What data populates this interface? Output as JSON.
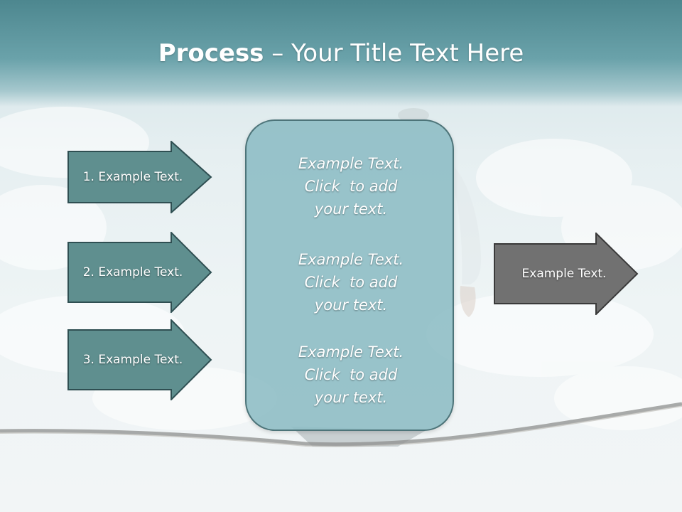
{
  "title": {
    "bold": "Process",
    "rest": " – Your Title Text Here"
  },
  "left_steps": [
    {
      "label": "1. Example Text."
    },
    {
      "label": "2. Example Text."
    },
    {
      "label": "3. Example Text."
    }
  ],
  "center_box": {
    "paragraphs": [
      {
        "lines": [
          "Example Text.",
          "Click  to add",
          "your text."
        ]
      },
      {
        "lines": [
          "Example Text.",
          "Click  to add",
          "your text."
        ]
      },
      {
        "lines": [
          "Example Text.",
          "Click  to add",
          "your text."
        ]
      }
    ]
  },
  "right_arrow": {
    "label": "Example Text."
  },
  "colors": {
    "title_band": "#5f99a1",
    "left_arrow_fill": "#5f8f8f",
    "right_arrow_fill": "#717171",
    "center_box_fill": "#8cbcc4",
    "outline": "#2f4f52"
  }
}
